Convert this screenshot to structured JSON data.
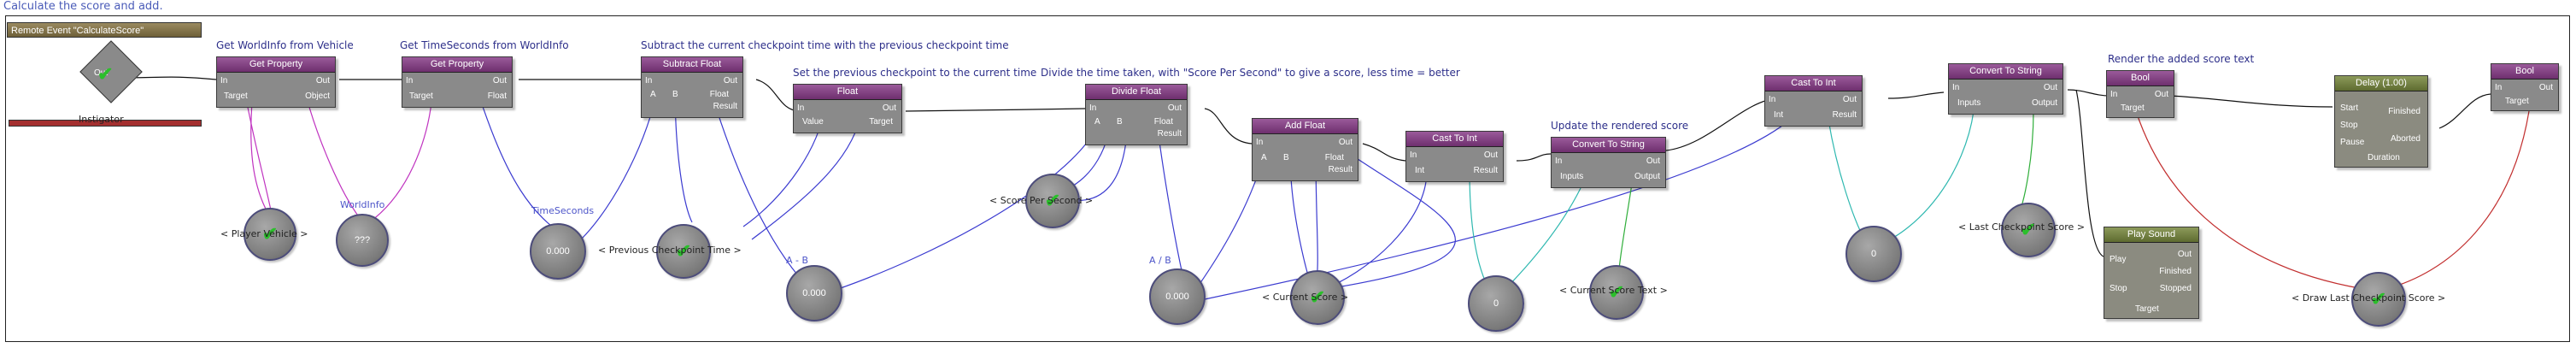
{
  "title": "Calculate the score and add.",
  "event": {
    "label": "Remote Event \"CalculateScore\"",
    "out": "Out",
    "instigator": "Instigator"
  },
  "comments": {
    "c1": "Get WorldInfo from Vehicle",
    "c2": "Get TimeSeconds from WorldInfo",
    "c3": "Subtract the current checkpoint time with the previous checkpoint time",
    "c4": "Set the previous checkpoint to the current time",
    "c5": "Divide the time taken, with \"Score Per Second\" to give a score, less time = better",
    "c6": "Update the rendered score",
    "c7": "Render the added score text"
  },
  "nodes": {
    "get_property_1": {
      "title": "Get Property",
      "in": "In",
      "out": "Out",
      "target": "Target",
      "object": "Object"
    },
    "get_property_2": {
      "title": "Get Property",
      "in": "In",
      "out": "Out",
      "target": "Target",
      "float": "Float"
    },
    "subtract_float": {
      "title": "Subtract Float",
      "in": "In",
      "out": "Out",
      "a": "A",
      "b": "B",
      "float": "Float",
      "result": "Result"
    },
    "set_float": {
      "title": "Float",
      "in": "In",
      "out": "Out",
      "value": "Value",
      "target": "Target"
    },
    "divide_float": {
      "title": "Divide Float",
      "in": "In",
      "out": "Out",
      "a": "A",
      "b": "B",
      "float": "Float",
      "result": "Result"
    },
    "add_float": {
      "title": "Add Float",
      "in": "In",
      "out": "Out",
      "a": "A",
      "b": "B",
      "float": "Float",
      "result": "Result"
    },
    "cast_to_int_1": {
      "title": "Cast To Int",
      "in": "In",
      "out": "Out",
      "int": "Int",
      "result": "Result"
    },
    "convert_to_string_1": {
      "title": "Convert To String",
      "in": "In",
      "out": "Out",
      "inputs": "Inputs",
      "output": "Output"
    },
    "cast_to_int_2": {
      "title": "Cast To Int",
      "in": "In",
      "out": "Out",
      "int": "Int",
      "result": "Result"
    },
    "convert_to_string_2": {
      "title": "Convert To String",
      "in": "In",
      "out": "Out",
      "inputs": "Inputs",
      "output": "Output"
    },
    "bool_1": {
      "title": "Bool",
      "in": "In",
      "out": "Out",
      "target": "Target"
    },
    "delay": {
      "title": "Delay (1.00)",
      "start": "Start",
      "stop": "Stop",
      "pause": "Pause",
      "finished": "Finished",
      "aborted": "Aborted",
      "duration": "Duration"
    },
    "bool_2": {
      "title": "Bool",
      "in": "In",
      "out": "Out",
      "target": "Target"
    },
    "play_sound": {
      "title": "Play Sound",
      "play": "Play",
      "stop": "Stop",
      "out": "Out",
      "finished": "Finished",
      "stopped": "Stopped",
      "target": "Target"
    }
  },
  "variables": {
    "player_vehicle": {
      "label": "< Player Vehicle >"
    },
    "worldinfo": {
      "value": "???",
      "label": "WorldInfo"
    },
    "timeseconds": {
      "value": "0.000",
      "label": "TimeSeconds"
    },
    "previous_checkpoint_time": {
      "label": "< Previous Checkpoint Time >"
    },
    "a_minus_b": {
      "value": "0.000",
      "label": "A - B"
    },
    "score_per_second": {
      "label": "< Score Per Second >"
    },
    "a_div_b": {
      "value": "0.000",
      "label": "A / B"
    },
    "current_score": {
      "label": "< Current Score >"
    },
    "int_zero_1": {
      "value": "0"
    },
    "current_score_text": {
      "label": "< Current Score Text >"
    },
    "int_zero_2": {
      "value": "0"
    },
    "last_checkpoint_score": {
      "label": "< Last Checkpoint Score >"
    },
    "draw_last_checkpoint_score": {
      "label": "< Draw Last Checkpoint Score >"
    }
  },
  "colors": {
    "float_link": "#3b3bd0",
    "int_link": "#2fb8b0",
    "string_link": "#2fae3a",
    "object_link": "#c033c0",
    "bool_link": "#c22f2f",
    "exec_link": "#111111",
    "node_header": "#804080"
  }
}
